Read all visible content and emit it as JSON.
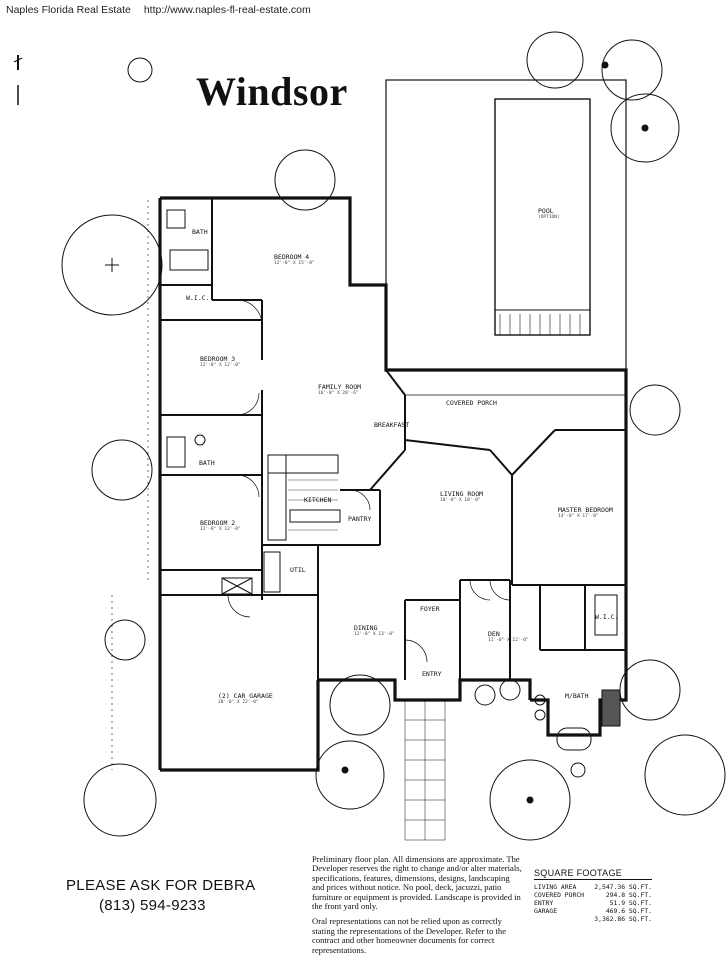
{
  "header": {
    "site_name": "Naples Florida Real Estate",
    "site_url": "http://www.naples-fl-real-estate.com"
  },
  "title": "Windsor",
  "rooms": [
    {
      "id": "bath-1",
      "label": "BATH",
      "dims": ""
    },
    {
      "id": "bedroom-4",
      "label": "BEDROOM 4",
      "dims": "12'-0\" X 15'-8\""
    },
    {
      "id": "wic",
      "label": "W.I.C.",
      "dims": ""
    },
    {
      "id": "bedroom-3",
      "label": "BEDROOM 3",
      "dims": "12'-0\" X 12'-0\""
    },
    {
      "id": "family-room",
      "label": "FAMILY ROOM",
      "dims": "16'-0\" X 20'-6\""
    },
    {
      "id": "breakfast",
      "label": "BREAKFAST",
      "dims": ""
    },
    {
      "id": "covered-porch",
      "label": "COVERED PORCH",
      "dims": ""
    },
    {
      "id": "pool",
      "label": "POOL",
      "dims": "(OPTION)"
    },
    {
      "id": "bath-2",
      "label": "BATH",
      "dims": ""
    },
    {
      "id": "kitchen",
      "label": "KITCHEN",
      "dims": ""
    },
    {
      "id": "pantry",
      "label": "PANTRY",
      "dims": ""
    },
    {
      "id": "living-room",
      "label": "LIVING ROOM",
      "dims": "18'-0\" X 18'-0\""
    },
    {
      "id": "master-bedroom",
      "label": "MASTER BEDROOM",
      "dims": "14'-0\" X 17'-0\""
    },
    {
      "id": "bedroom-2",
      "label": "BEDROOM 2",
      "dims": "12'-0\" X 12'-0\""
    },
    {
      "id": "util",
      "label": "UTIL",
      "dims": ""
    },
    {
      "id": "wic-master",
      "label": "W.I.C.",
      "dims": ""
    },
    {
      "id": "foyer",
      "label": "FOYER",
      "dims": ""
    },
    {
      "id": "dining",
      "label": "DINING",
      "dims": "12'-0\" X 13'-0\""
    },
    {
      "id": "den",
      "label": "DEN",
      "dims": "11'-0\" X 12'-0\""
    },
    {
      "id": "entry",
      "label": "ENTRY",
      "dims": ""
    },
    {
      "id": "master-bath",
      "label": "M/BATH",
      "dims": ""
    },
    {
      "id": "garage",
      "label": "(2) CAR GARAGE",
      "dims": "20'-0\" X 22'-0\""
    }
  ],
  "contact": {
    "line1": "PLEASE ASK FOR DEBRA",
    "phone": "(813) 594-9233"
  },
  "disclaimer": {
    "p1": "Preliminary floor plan. All dimensions are approximate. The Developer reserves the right to change and/or alter materials, specifications, features, dimensions, designs, landscaping and prices without notice. No pool, deck, jacuzzi, patio furniture or equipment is provided. Landscape is provided in the front yard only.",
    "p2": "Oral representations can not be relied upon as correctly stating the representations of the Developer. Refer to the contract and other homeowner documents for correct representations."
  },
  "square_footage": {
    "title": "SQUARE FOOTAGE",
    "rows": [
      {
        "label": "LIVING AREA",
        "value": "2,547.36 SQ.FT."
      },
      {
        "label": "COVERED PORCH",
        "value": "294.8 SQ.FT."
      },
      {
        "label": "ENTRY",
        "value": "51.9 SQ.FT."
      },
      {
        "label": "GARAGE",
        "value": "469.6 SQ.FT."
      }
    ],
    "total": "3,362.86 SQ.FT."
  }
}
